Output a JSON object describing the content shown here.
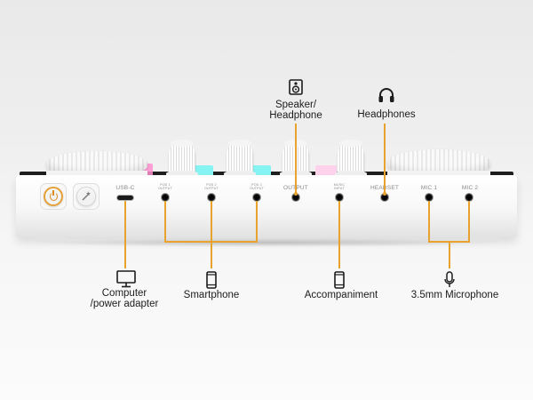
{
  "ports": {
    "usbc": "USB-C",
    "pod1": "POD 1 OUTPUT",
    "pod2": "POD 2 OUTPUT",
    "pod3": "POD 3 OUTPUT",
    "output": "OUTPUT",
    "music": "MUSIC INPUT",
    "headset": "HEADSET",
    "mic1": "MIC 1",
    "mic2": "MIC 2"
  },
  "labels": {
    "speaker_line1": "Speaker/",
    "speaker_line2": "Headphone",
    "headphones": "Headphones",
    "computer_line1": "Computer",
    "computer_line2": "/power adapter",
    "smartphone": "Smartphone",
    "accompaniment": "Accompaniment",
    "microphone": "3.5mm Microphone"
  },
  "icons": {
    "top": [
      "speaker-icon",
      "headphones-icon"
    ],
    "bottom": [
      "monitor-icon",
      "smartphone-icon",
      "smartphone-icon",
      "microphone-icon"
    ]
  },
  "colors": {
    "accent_line": "#e8a32e",
    "power_ring": "#e4a13a",
    "glow_pink": "#ff8fd0",
    "glow_cyan": "#7ff3f2"
  }
}
